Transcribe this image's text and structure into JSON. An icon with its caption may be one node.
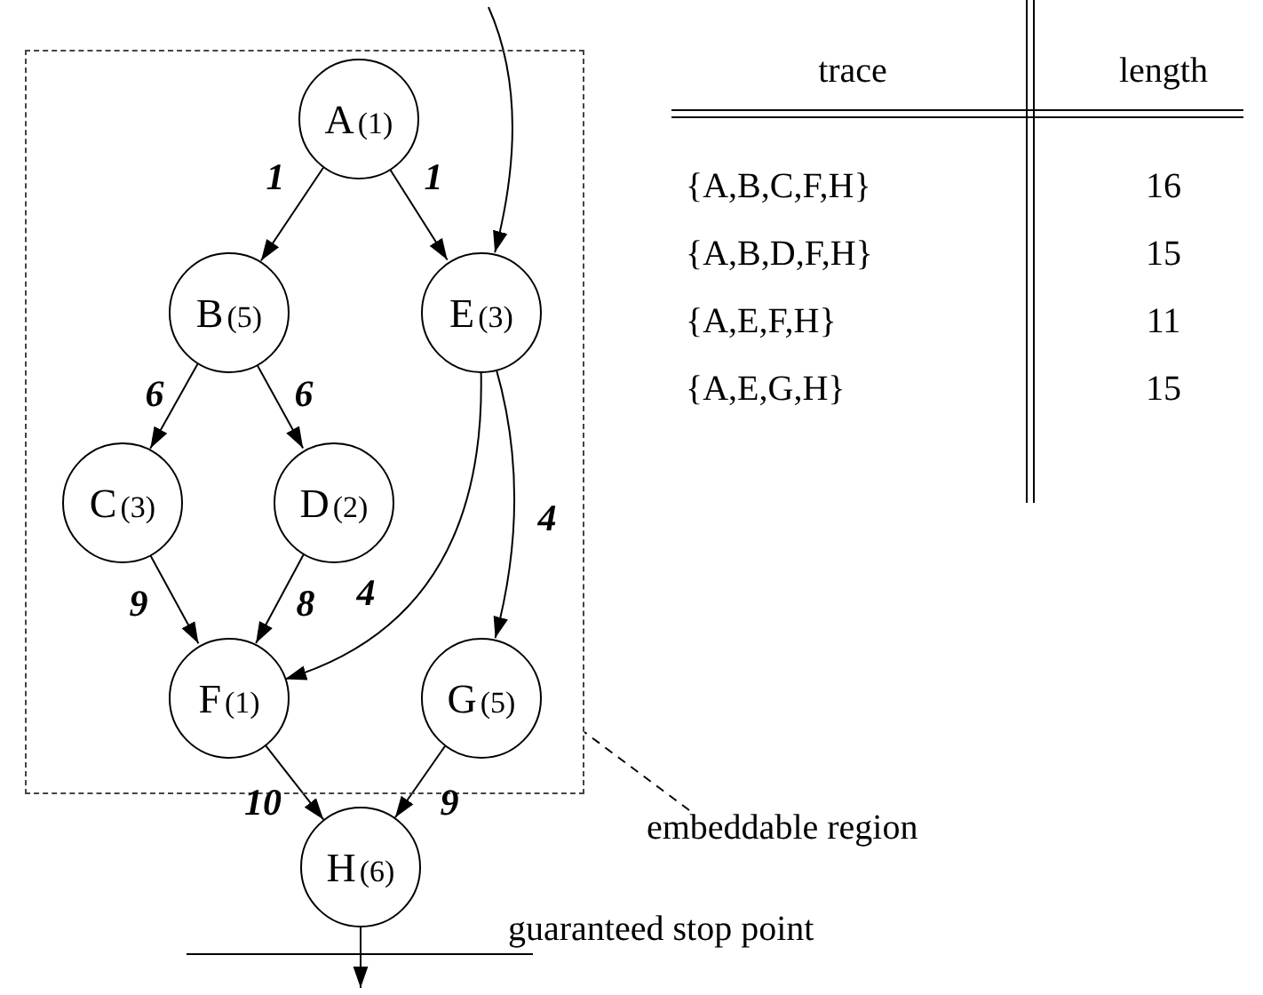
{
  "diagram": {
    "nodes": [
      {
        "text": [],
        "shape": "box"
      },
      {
        "text": [
          "A",
          "(1)"
        ],
        "in": 0
      },
      {
        "text": [
          "B",
          "(5)"
        ],
        "in": 0
      },
      {
        "text": [
          "E",
          "(3)"
        ],
        "in": 0
      },
      {
        "text": [
          "C",
          "(3)"
        ],
        "in": 0
      },
      {
        "text": [
          "D",
          "(2)"
        ],
        "in": 0
      },
      {
        "text": [
          "F",
          "(1)"
        ],
        "in": 0
      },
      {
        "text": [
          "G",
          "(5)"
        ],
        "in": 0
      },
      {
        "text": [
          "H",
          "(6)"
        ]
      },
      {
        "text": [
          "embeddable region"
        ]
      }
    ],
    "edges": [
      {
        "from": 1,
        "to": 2,
        "arrow": "to",
        "label": "1"
      },
      {
        "from": 1,
        "to": 3,
        "arrow": "to",
        "label": "1"
      },
      {
        "from": null,
        "to": 3,
        "arrow": "to"
      },
      {
        "from": 2,
        "to": 4,
        "arrow": "to",
        "label": "6"
      },
      {
        "from": 2,
        "to": 5,
        "arrow": "to",
        "label": "6"
      },
      {
        "from": 3,
        "to": 6,
        "arrow": "to",
        "label": "4"
      },
      {
        "from": 3,
        "to": 7,
        "arrow": "to",
        "label": "4"
      },
      {
        "from": 4,
        "to": 6,
        "arrow": "to",
        "label": "9"
      },
      {
        "from": 5,
        "to": 6,
        "arrow": "to",
        "label": "8"
      },
      {
        "from": 6,
        "to": 8,
        "arrow": "to",
        "label": "10"
      },
      {
        "from": 7,
        "to": 8,
        "arrow": "to",
        "label": "9"
      },
      {
        "from": 8,
        "to": null,
        "arrow": "to"
      },
      {
        "from": 9,
        "to": 0,
        "arrow": "none",
        "style": "dashed"
      }
    ],
    "labels": [
      "trace",
      "length",
      "{A,B,C,F,H}",
      "16",
      "{A,B,D,F,H}",
      "15",
      "{A,E,F,H}",
      "11",
      "{A,E,G,H}",
      "15",
      "guaranteed stop point"
    ]
  }
}
